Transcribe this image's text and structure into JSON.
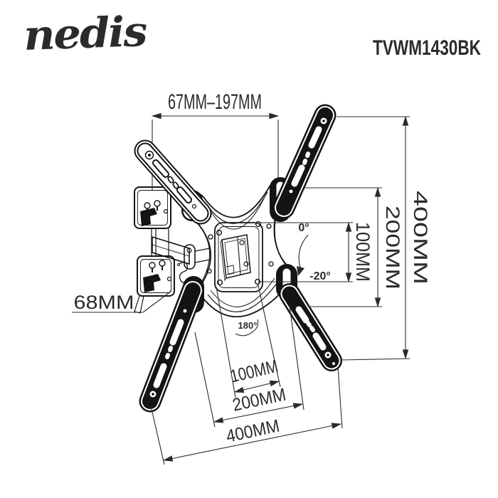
{
  "header": {
    "brand": "nedis",
    "model": "TVWM1430BK"
  },
  "annotations": {
    "top_width_range": "67MM–197MM",
    "wall_distance": "68MM",
    "right_dims": {
      "d100": "100MM",
      "d200": "200MM",
      "d400": "400MM"
    },
    "bottom_dims": {
      "d100": "100MM",
      "d200": "200MM",
      "d400": "400MM"
    },
    "tilt": {
      "max": "0°",
      "min": "-20°"
    },
    "swivel": "180°"
  },
  "colors": {
    "background": "#ffffff",
    "line": "#141414",
    "dimension": "#2b2b2b"
  }
}
